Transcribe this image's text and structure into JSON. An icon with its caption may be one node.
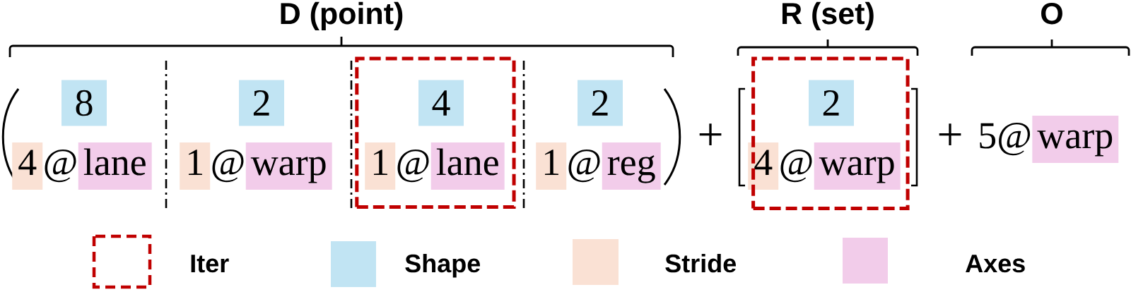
{
  "diagram": {
    "nodes": [
      {
        "text": [
          "8"
        ]
      },
      {
        "text": [
          "4"
        ]
      },
      {
        "text": [
          "lane"
        ]
      },
      {
        "text": [
          "2"
        ]
      },
      {
        "text": [
          "1"
        ]
      },
      {
        "text": [
          "warp"
        ]
      },
      {
        "text": [],
        "shape": "box"
      },
      {
        "text": [
          "4"
        ],
        "in": 6
      },
      {
        "text": [
          "1"
        ],
        "in": 6
      },
      {
        "text": [
          "lane"
        ],
        "in": 6
      },
      {
        "text": [
          "2"
        ]
      },
      {
        "text": [
          "1"
        ]
      },
      {
        "text": [
          "reg"
        ]
      },
      {
        "text": [],
        "shape": "box"
      },
      {
        "text": [
          "2"
        ],
        "in": 13
      },
      {
        "text": [
          "4"
        ]
      },
      {
        "text": [
          "warp"
        ],
        "in": 13
      },
      {
        "text": [
          "warp"
        ]
      }
    ],
    "labels": [
      "D (point)",
      "R (set)",
      "O",
      "@",
      "@",
      "@",
      "@",
      "+",
      "@",
      "+",
      "5@"
    ],
    "legend": [
      {
        "text": "Iter"
      },
      {
        "text": "Shape",
        "color": "#C1E4F3"
      },
      {
        "text": "Stride",
        "color": "#FAE1D4"
      },
      {
        "text": "Axes",
        "color": "#F2CCEA"
      }
    ]
  }
}
